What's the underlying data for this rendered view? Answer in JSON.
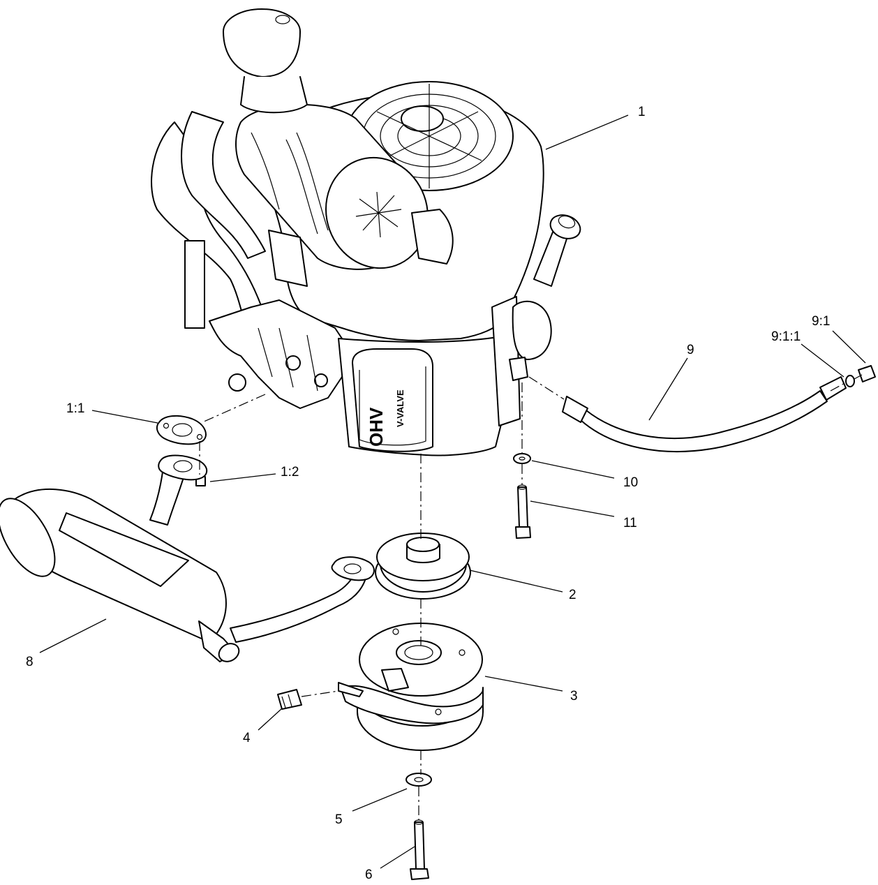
{
  "callouts": {
    "c1": "1",
    "c1_1": "1:1",
    "c1_2": "1:2",
    "c2": "2",
    "c3": "3",
    "c4": "4",
    "c5": "5",
    "c6": "6",
    "c8": "8",
    "c9": "9",
    "c9_1": "9:1",
    "c9_1_1": "9:1:1",
    "c10": "10",
    "c11": "11"
  },
  "engine_markings": {
    "ohv": "OHV",
    "v_valve": "V-VALVE"
  }
}
